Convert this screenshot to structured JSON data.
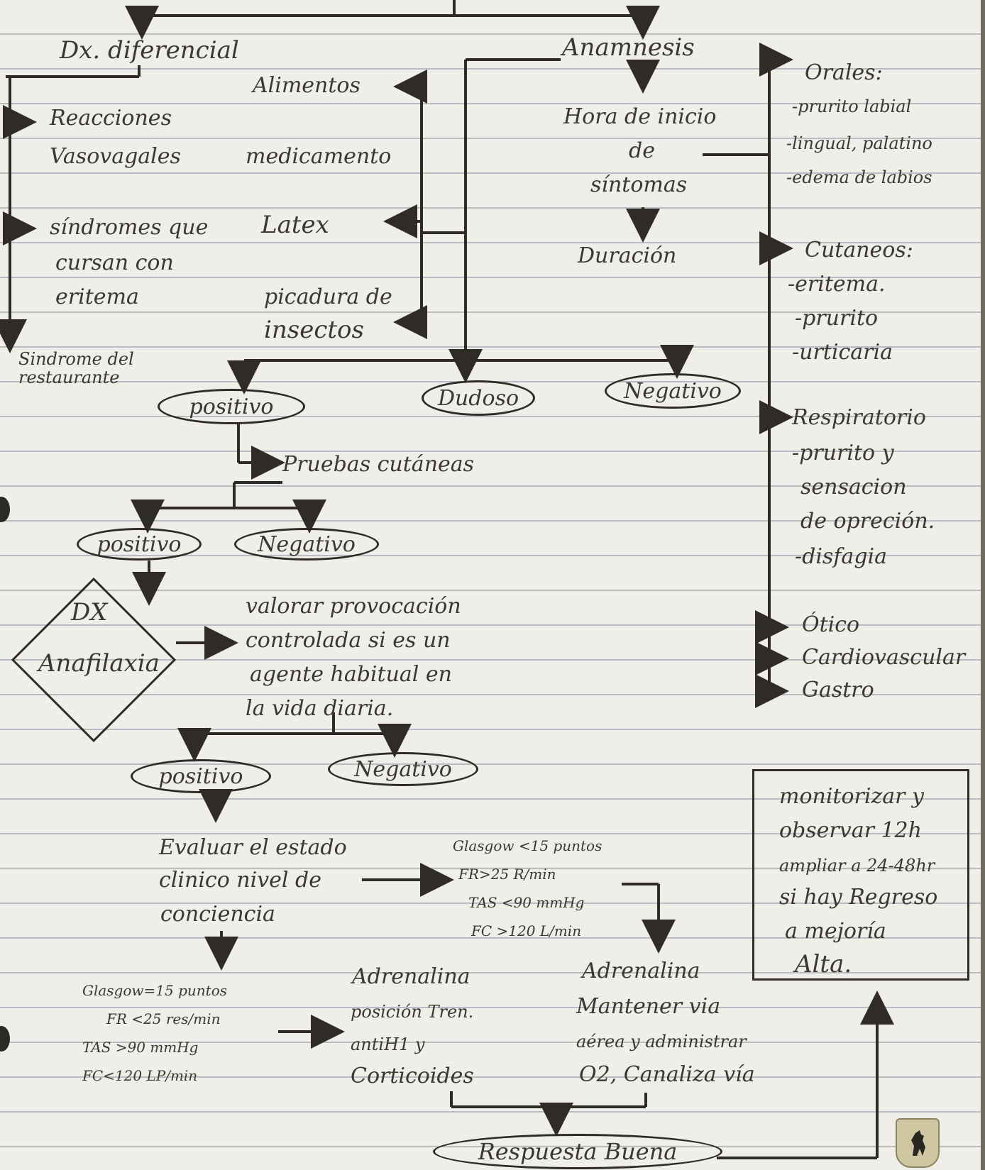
{
  "diagram": {
    "dx_diferencial": "Dx. diferencial",
    "anamnesis": "Anamnesis",
    "differentials": {
      "reacciones": [
        "Reacciones",
        "Vasovagales"
      ],
      "sindromes": [
        "síndromes que",
        "cursan con",
        "eritema"
      ],
      "restaurante": [
        "Sindrome del",
        "restaurante"
      ]
    },
    "triggers": {
      "alimentos": "Alimentos",
      "medicamento": "medicamento",
      "latex": "Latex",
      "picadura": [
        "picadura de",
        "insectos"
      ]
    },
    "timeline": {
      "hora": [
        "Hora de inicio",
        "de",
        "síntomas"
      ],
      "duracion": "Duración"
    },
    "symptoms": {
      "orales": [
        "Orales:",
        "-prurito labial",
        "-lingual, palatino",
        "-edema de labios"
      ],
      "cutaneos": [
        "Cutaneos:",
        "-eritema.",
        "-prurito",
        "-urticaria"
      ],
      "respiratorio": [
        "Respiratorio",
        "-prurito y",
        "sensacion",
        "de opreción.",
        "-disfagia"
      ],
      "otros": [
        "Ótico",
        "Cardiovascular",
        "Gastro"
      ]
    },
    "first_results": {
      "positivo": "positivo",
      "dudoso": "Dudoso",
      "negativo": "Negativo"
    },
    "pruebas": "Pruebas cutáneas",
    "second_results": {
      "positivo": "positivo",
      "negativo": "Negativo"
    },
    "dx_anafilaxia": [
      "DX",
      "Anafilaxia"
    ],
    "valorar": [
      "valorar provocación",
      "controlada si es un",
      "agente habitual en",
      "la vida diaria."
    ],
    "third_results": {
      "positivo": "positivo",
      "negativo": "Negativo"
    },
    "evaluar": [
      "Evaluar el estado",
      "clinico nivel de",
      "conciencia"
    ],
    "severe_signs": [
      "Glasgow <15 puntos",
      "FR>25 R/min",
      "TAS <90 mmHg",
      "FC >120 L/min"
    ],
    "stable_signs": [
      "Glasgow=15 puntos",
      "FR <25 res/min",
      "TAS >90 mmHg",
      "FC<120 LP/min"
    ],
    "tratamiento_leve": [
      "Adrenalina",
      "posición Tren.",
      "antiH1 y",
      "Corticoides"
    ],
    "tratamiento_grave": [
      "Adrenalina",
      "Mantener via",
      "aérea y administrar",
      "O2, Canaliza vía"
    ],
    "respuesta": "Respuesta Buena",
    "monitor_box": [
      "monitorizar y",
      "observar 12h",
      "ampliar a 24-48hr",
      "si hay Regreso",
      "a mejoría",
      "Alta."
    ]
  },
  "colors": {
    "ink": "#3b3833",
    "line": "#2f2c28",
    "paper": "#efeee9",
    "rule": "#b9bcc3"
  }
}
